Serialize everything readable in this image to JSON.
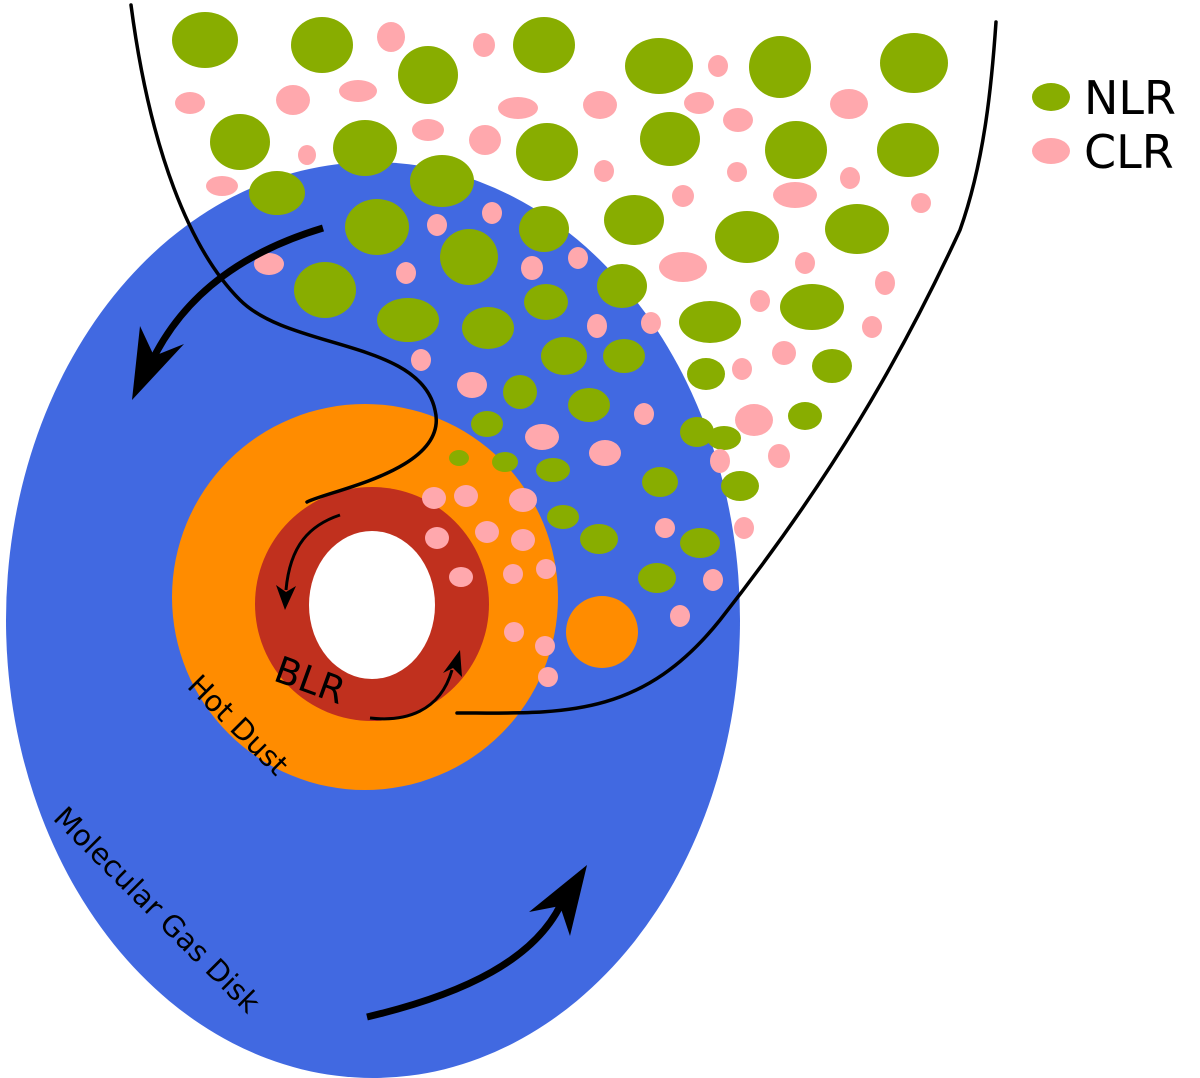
{
  "labels": {
    "blr": "BLR",
    "hot_dust": "Hot Dust",
    "molecular_gas_disk": "Molecular Gas Disk"
  },
  "legend": {
    "nlr": "NLR",
    "clr": "CLR"
  },
  "colors": {
    "molecular_gas_disk": "#4169e1",
    "hot_dust": "#ff8c00",
    "blr": "#c0301e",
    "center": "#ffffff",
    "nlr_cloud": "#88ad00",
    "clr_cloud": "#ffa8ad",
    "outline": "#000000"
  }
}
